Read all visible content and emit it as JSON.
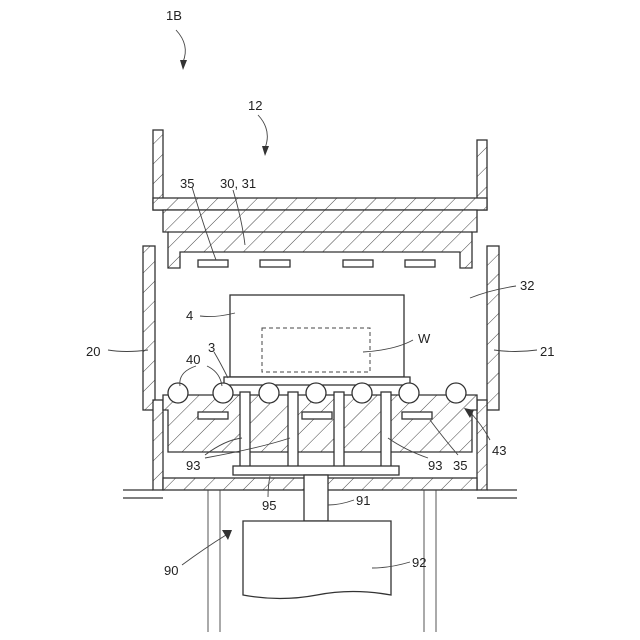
{
  "labels": {
    "fig_id": "1B",
    "unit": "12",
    "heater_slots": "35",
    "ceiling": "30, 31",
    "space": "32",
    "block": "4",
    "plate": "3",
    "wafer": "W",
    "rollers": "40",
    "left_wall": "20",
    "right_wall": "21",
    "arrow_43": "43",
    "pins_left": "93",
    "pins_right": "93",
    "slot_right": "35",
    "base_plate": "95",
    "rod": "91",
    "motor": "92",
    "lifter": "90"
  }
}
